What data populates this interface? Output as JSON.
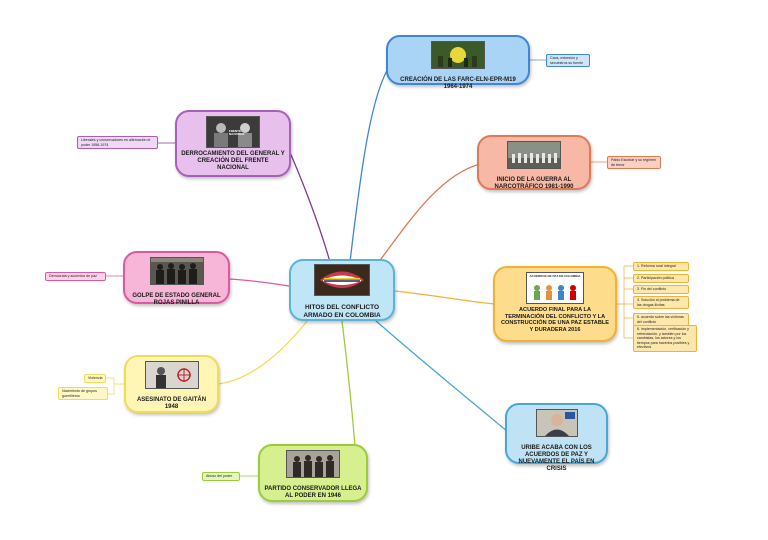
{
  "colors": {
    "farc": "#3f86d6",
    "narco": "#e07a55",
    "acuerdo": "#f2b233",
    "uribe": "#47a8d6",
    "conserv": "#9ccc3a",
    "gaitan": "#f0dc55",
    "rojas": "#dc5aa0",
    "derroc": "#7b3f8c"
  },
  "center": {
    "label": "HITOS DEL CONFLICTO ARMADO EN COLOMBIA",
    "image_icon": "lips-flag-icon"
  },
  "farc": {
    "label": "CREACIÓN DE LAS FARC-ELN-EPR-M19 1964-1974",
    "note": "Caos, extorsión y secuestros su fuente"
  },
  "narco": {
    "label": "INICIO DE LA GUERRA AL NARCOTRÁFICO 1981-1990",
    "note": "Pablo Escobar y su régimen de terror"
  },
  "acuerdo": {
    "label": "ACUERDO FINAL PARA LA TERMINACIÓN DEL CONFLICTO Y LA CONSTRUCCIÓN DE UNA PAZ ESTABLE Y DURADERA 2016",
    "image_caption": "ACUERDOS DE PAZ EN COLOMBIA",
    "notes": [
      "1. Reforma rural integral",
      "2. Participación política",
      "3. Fin del conflicto",
      "4. Solución al problema de las drogas ilícitas",
      "5. acuerdo sobre las víctimas del conflicto",
      "6. implementación, verificación y refrendación, y también por los cambistas, los actores y los tiempos para hacerlos posibles y efectivos"
    ]
  },
  "uribe": {
    "label": "URIBE ACABA CON LOS ACUERDOS DE PAZ Y NUEVAMENTE EL PAÍS EN CRISIS"
  },
  "conserv": {
    "label": "PARTIDO CONSERVADOR LLEGA AL PODER EN 1946",
    "note": "Abuso del poder"
  },
  "gaitan": {
    "label": "ASESINATO DE GAITÁN 1948",
    "notes": [
      "Violencia",
      "Nacimiento de grupos guerrilleros"
    ]
  },
  "rojas": {
    "label": "GOLPE DE ESTADO GENERAL ROJAS PINILLA",
    "note": "Demócrata y acuerdos de paz"
  },
  "derroc": {
    "label": "DERROCAMIENTO DEL GENERAL Y CREACIÓN DEL FRENTE NACIONAL",
    "note": "Liberales y conservadores en alternación el poder 1958-1974",
    "image_caption": "FRENTE NACIONAL"
  }
}
